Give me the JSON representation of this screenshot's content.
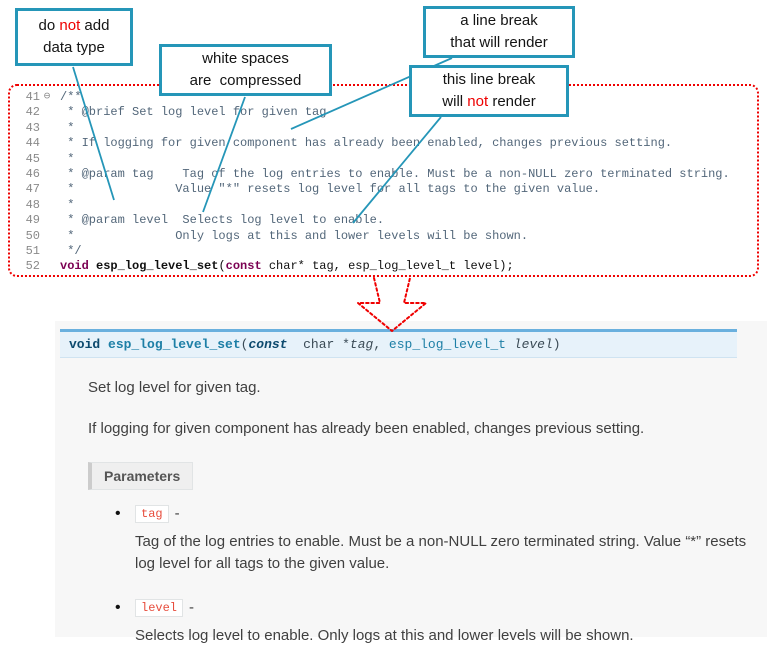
{
  "colors": {
    "callout_border_teal": "#2596b8",
    "highlight_red": "#ee0000",
    "dotted_red": "#ef0000",
    "connector_teal": "#2596b8",
    "signature_border_blue": "#6ab0de",
    "signature_bg": "#e7f2fa",
    "keyword_purple": "#7b0052",
    "comment_slate": "#53677a",
    "param_literal_red": "#e74c3c",
    "doc_bg": "#f7f7f7"
  },
  "callouts": [
    {
      "line1_a": "do ",
      "line1_red": "not",
      "line1_b": " add",
      "line2": "data type"
    },
    {
      "line1": "white spaces",
      "line2": "are  compressed"
    },
    {
      "line1": "a line break",
      "line2": "that will render"
    },
    {
      "line1": "this line break",
      "line2_a": "will ",
      "line2_red": "not",
      "line2_b": " render"
    }
  ],
  "editor": {
    "lines": [
      {
        "num": "41",
        "fold": "⊖",
        "text": "/**"
      },
      {
        "num": "42",
        "text": " * @brief Set log level for given tag"
      },
      {
        "num": "43",
        "text": " *"
      },
      {
        "num": "44",
        "text": " * If logging for given component has already been enabled, changes previous setting."
      },
      {
        "num": "45",
        "text": " *"
      },
      {
        "num": "46",
        "text": " * @param tag    Tag of the log entries to enable. Must be a non-NULL zero terminated string."
      },
      {
        "num": "47",
        "text": " *              Value \"*\" resets log level for all tags to the given value."
      },
      {
        "num": "48",
        "text": " *"
      },
      {
        "num": "49",
        "text": " * @param level  Selects log level to enable."
      },
      {
        "num": "50",
        "text": " *              Only logs at this and lower levels will be shown."
      },
      {
        "num": "51",
        "text": " */"
      },
      {
        "num": "52",
        "tokens": [
          {
            "t": "void",
            "c": "ekw"
          },
          {
            "t": " ",
            "c": "pl"
          },
          {
            "t": "esp_log_level_set",
            "c": "efn"
          },
          {
            "t": "(",
            "c": "pl"
          },
          {
            "t": "const",
            "c": "ekw"
          },
          {
            "t": " char* tag, esp_log_level_t level);",
            "c": "pl"
          }
        ]
      }
    ]
  },
  "doc": {
    "signature": [
      {
        "t": "void",
        "c": "kw"
      },
      {
        "t": " ",
        "c": "pl"
      },
      {
        "t": "esp_log_level_set",
        "c": "name"
      },
      {
        "t": "(",
        "c": "pl"
      },
      {
        "t": "const",
        "c": "kwi"
      },
      {
        "t": "  char *",
        "c": "pl"
      },
      {
        "t": "tag",
        "c": "arg"
      },
      {
        "t": ", ",
        "c": "pl"
      },
      {
        "t": "esp_log_level_t",
        "c": "type"
      },
      {
        "t": " ",
        "c": "pl"
      },
      {
        "t": "level",
        "c": "arg"
      },
      {
        "t": ")",
        "c": "pl"
      }
    ],
    "paragraphs": [
      "Set log level for given tag.",
      "If logging for given component has already been enabled, changes previous setting."
    ],
    "params_label": "Parameters",
    "params": [
      {
        "name": "tag",
        "sep": "-",
        "desc": "Tag of the log entries to enable. Must be a non-NULL zero terminated string. Value “*” resets log level for all tags to the given value."
      },
      {
        "name": "level",
        "sep": "-",
        "desc": "Selects log level to enable. Only logs at this and lower levels will be shown."
      }
    ]
  }
}
